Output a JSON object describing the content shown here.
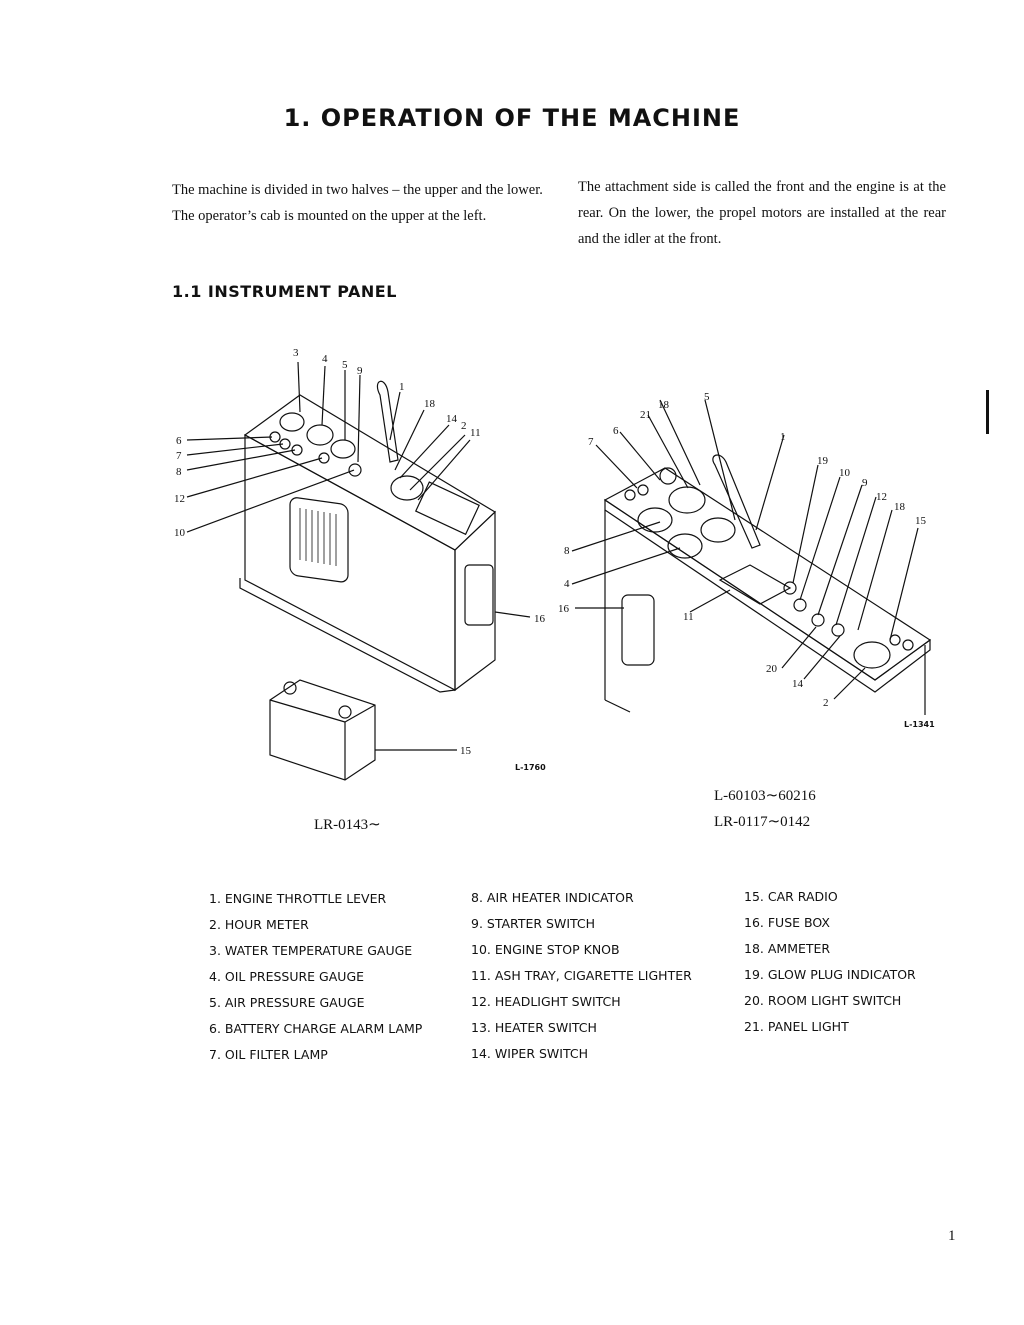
{
  "page_title": "1. OPERATION OF THE MACHINE",
  "intro": {
    "left": [
      "The machine is divided in two halves – the upper and the lower.",
      "The operator’s cab is mounted on the upper at the left."
    ],
    "right": [
      "The attachment side is called the front and the engine is at the rear. On the lower, the propel motors are installed at the rear and the idler at the front."
    ]
  },
  "section_title": "1.1 INSTRUMENT PANEL",
  "figure_left": {
    "callouts": [
      "3",
      "4",
      "5",
      "9",
      "1",
      "18",
      "14",
      "2",
      "11",
      "6",
      "7",
      "8",
      "12",
      "10",
      "16",
      "15"
    ],
    "fig_number": "L-1760",
    "model_code": "LR-0143∼"
  },
  "figure_right": {
    "callouts": [
      "18",
      "5",
      "21",
      "6",
      "7",
      "1",
      "19",
      "10",
      "9",
      "12",
      "18",
      "15",
      "8",
      "4",
      "16",
      "11",
      "20",
      "14",
      "2"
    ],
    "fig_number": "L-1341",
    "model_code_1": "L-60103∼60216",
    "model_code_2": "LR-0117∼0142"
  },
  "legend": {
    "col1": [
      "1. ENGINE THROTTLE LEVER",
      "2. HOUR METER",
      "3. WATER TEMPERATURE GAUGE",
      "4. OIL PRESSURE GAUGE",
      "5. AIR PRESSURE GAUGE",
      "6. BATTERY CHARGE ALARM LAMP",
      "7. OIL FILTER LAMP"
    ],
    "col2": [
      "8. AIR HEATER INDICATOR",
      "9. STARTER SWITCH",
      "10. ENGINE STOP KNOB",
      "11. ASH TRAY, CIGARETTE LIGHTER",
      "12. HEADLIGHT SWITCH",
      "13. HEATER SWITCH",
      "14. WIPER SWITCH"
    ],
    "col3": [
      "15. CAR RADIO",
      "16. FUSE BOX",
      "18. AMMETER",
      "19. GLOW PLUG INDICATOR",
      "20. ROOM LIGHT SWITCH",
      "21. PANEL LIGHT"
    ]
  },
  "page_number": "1"
}
